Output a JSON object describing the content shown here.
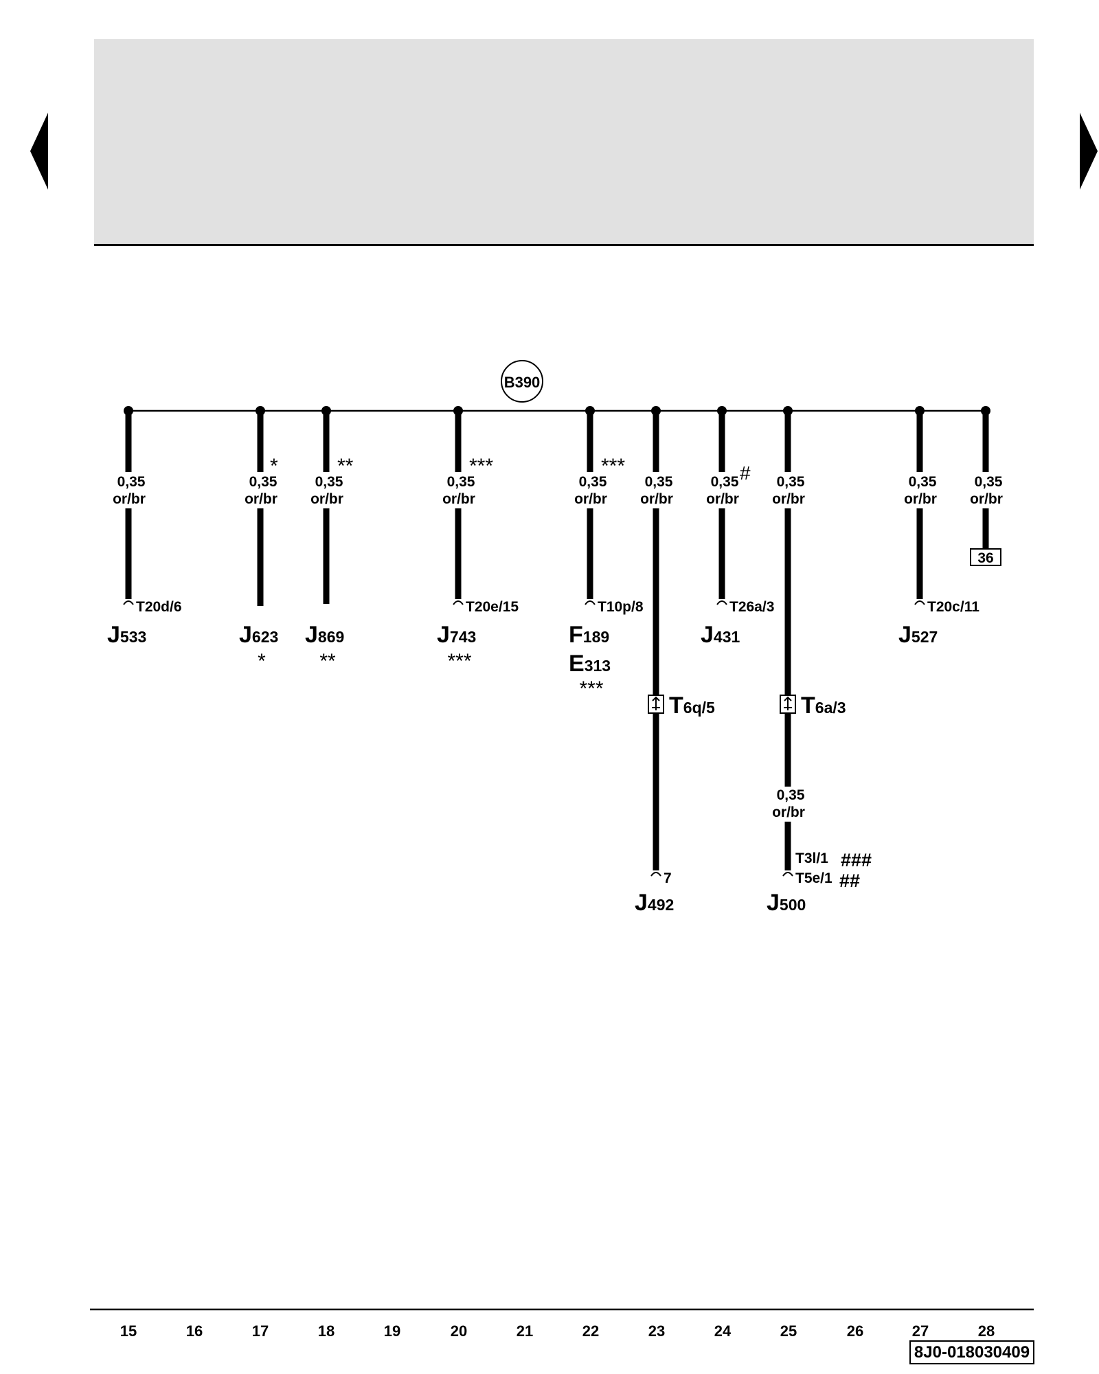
{
  "navigation": {
    "prev_icon": "left-triangle-icon",
    "next_icon": "right-triangle-icon"
  },
  "ground_point": {
    "label": "B390"
  },
  "branches": [
    {
      "column": "15",
      "wire_size": "0,35",
      "wire_color": "or/br",
      "connector": "T20d/6",
      "component": {
        "letter": "J",
        "number": "533"
      },
      "note_mark": "",
      "component_mark": ""
    },
    {
      "column": "17",
      "wire_size": "0,35",
      "wire_color": "or/br",
      "connector": "",
      "component": {
        "letter": "J",
        "number": "623"
      },
      "note_mark": "*",
      "component_mark": "*"
    },
    {
      "column": "18",
      "wire_size": "0,35",
      "wire_color": "or/br",
      "connector": "",
      "component": {
        "letter": "J",
        "number": "869"
      },
      "note_mark": "**",
      "component_mark": "**"
    },
    {
      "column": "20",
      "wire_size": "0,35",
      "wire_color": "or/br",
      "connector": "T20e/15",
      "component": {
        "letter": "J",
        "number": "743"
      },
      "note_mark": "***",
      "component_mark": "***"
    },
    {
      "column": "22",
      "wire_size": "0,35",
      "wire_color": "or/br",
      "connector": "T10p/8",
      "component": {
        "letter": "F",
        "number": "189"
      },
      "component2": {
        "letter": "E",
        "number": "313"
      },
      "note_mark": "***",
      "component_mark": "***"
    },
    {
      "column": "23",
      "wire_size": "0,35",
      "wire_color": "or/br",
      "inline_connector": {
        "letter": "T",
        "number": "6q/5"
      },
      "connector": "7",
      "component": {
        "letter": "J",
        "number": "492"
      },
      "note_mark": "",
      "component_mark": ""
    },
    {
      "column": "24",
      "wire_size": "0,35",
      "wire_color": "or/br",
      "connector": "T26a/3",
      "component": {
        "letter": "J",
        "number": "431"
      },
      "note_mark": "#",
      "component_mark": ""
    },
    {
      "column": "25",
      "wire_size": "0,35",
      "wire_color": "or/br",
      "inline_connector": {
        "letter": "T",
        "number": "6a/3"
      },
      "wire2_size": "0,35",
      "wire2_color": "or/br",
      "connector_a": "T3l/1",
      "connector_a_mark": "###",
      "connector_b": "T5e/1",
      "connector_b_mark": "##",
      "component": {
        "letter": "J",
        "number": "500"
      },
      "note_mark": "",
      "component_mark": ""
    },
    {
      "column": "27",
      "wire_size": "0,35",
      "wire_color": "or/br",
      "connector": "T20c/11",
      "component": {
        "letter": "J",
        "number": "527"
      },
      "note_mark": "",
      "component_mark": ""
    },
    {
      "column": "28",
      "wire_size": "0,35",
      "wire_color": "or/br",
      "continuation_ref": "36",
      "note_mark": "",
      "component_mark": ""
    }
  ],
  "ruler": {
    "numbers": [
      "15",
      "16",
      "17",
      "18",
      "19",
      "20",
      "21",
      "22",
      "23",
      "24",
      "25",
      "26",
      "27",
      "28"
    ]
  },
  "document_id": "8J0-018030409",
  "colors": {
    "header_background": "#e1e1e1",
    "line": "#000000"
  }
}
